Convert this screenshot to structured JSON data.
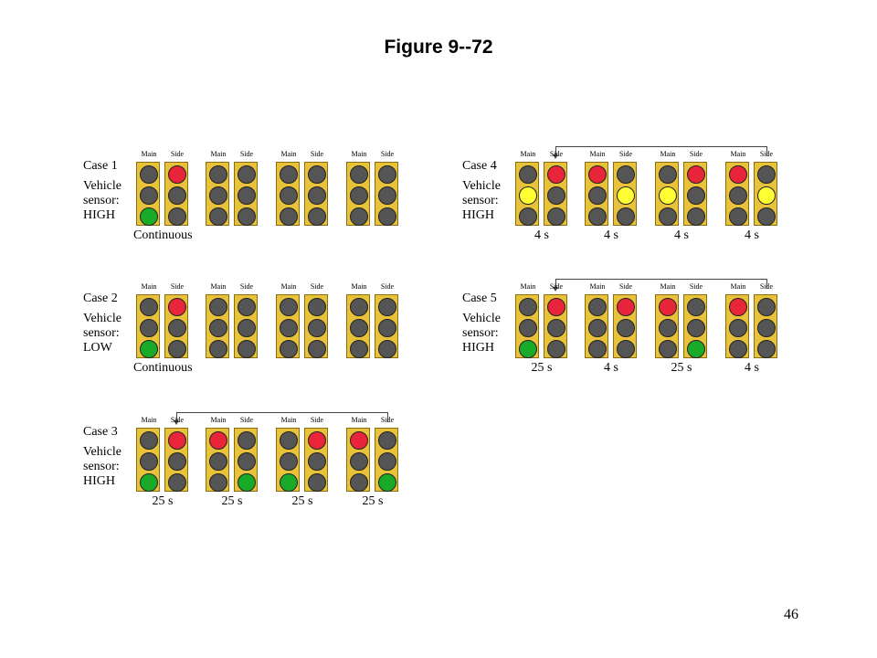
{
  "title": "Figure 9--72",
  "page_number": "46",
  "colors": {
    "red": "#e8253a",
    "yellow": "#ffff33",
    "green": "#1aaa2a",
    "off": "#555555",
    "housing": "#e8c23a"
  },
  "labels": {
    "main": "Main",
    "side": "Side"
  },
  "cases": [
    {
      "name": "Case 1",
      "sensor": [
        "Vehicle",
        "sensor:",
        "HIGH"
      ],
      "footer": "Continuous",
      "loop": false,
      "groups": [
        {
          "main": "green",
          "side": "red",
          "duration": ""
        },
        {
          "main": "off",
          "side": "off",
          "duration": ""
        },
        {
          "main": "off",
          "side": "off",
          "duration": ""
        },
        {
          "main": "off",
          "side": "off",
          "duration": ""
        }
      ]
    },
    {
      "name": "Case 2",
      "sensor": [
        "Vehicle",
        "sensor:",
        "LOW"
      ],
      "footer": "Continuous",
      "loop": false,
      "groups": [
        {
          "main": "green",
          "side": "red",
          "duration": ""
        },
        {
          "main": "off",
          "side": "off",
          "duration": ""
        },
        {
          "main": "off",
          "side": "off",
          "duration": ""
        },
        {
          "main": "off",
          "side": "off",
          "duration": ""
        }
      ]
    },
    {
      "name": "Case 3",
      "sensor": [
        "Vehicle",
        "sensor:",
        "HIGH"
      ],
      "footer": "",
      "loop": true,
      "groups": [
        {
          "main": "green",
          "side": "red",
          "duration": "25 s"
        },
        {
          "main": "red",
          "side": "green",
          "duration": "25 s"
        },
        {
          "main": "green",
          "side": "red",
          "duration": "25 s"
        },
        {
          "main": "red",
          "side": "green",
          "duration": "25 s"
        }
      ]
    },
    {
      "name": "Case 4",
      "sensor": [
        "Vehicle",
        "sensor:",
        "HIGH"
      ],
      "footer": "",
      "loop": true,
      "groups": [
        {
          "main": "yellow",
          "side": "red",
          "duration": "4 s"
        },
        {
          "main": "red",
          "side": "yellow",
          "duration": "4 s"
        },
        {
          "main": "yellow",
          "side": "red",
          "duration": "4 s"
        },
        {
          "main": "red",
          "side": "yellow",
          "duration": "4 s"
        }
      ]
    },
    {
      "name": "Case 5",
      "sensor": [
        "Vehicle",
        "sensor:",
        "HIGH"
      ],
      "footer": "",
      "loop": true,
      "groups": [
        {
          "main": "green",
          "side": "red",
          "duration": "25 s"
        },
        {
          "main": "off",
          "side": "red",
          "duration": "4 s"
        },
        {
          "main": "red",
          "side": "green",
          "duration": "25 s"
        },
        {
          "main": "red",
          "side": "off",
          "duration": "4 s"
        }
      ]
    }
  ]
}
